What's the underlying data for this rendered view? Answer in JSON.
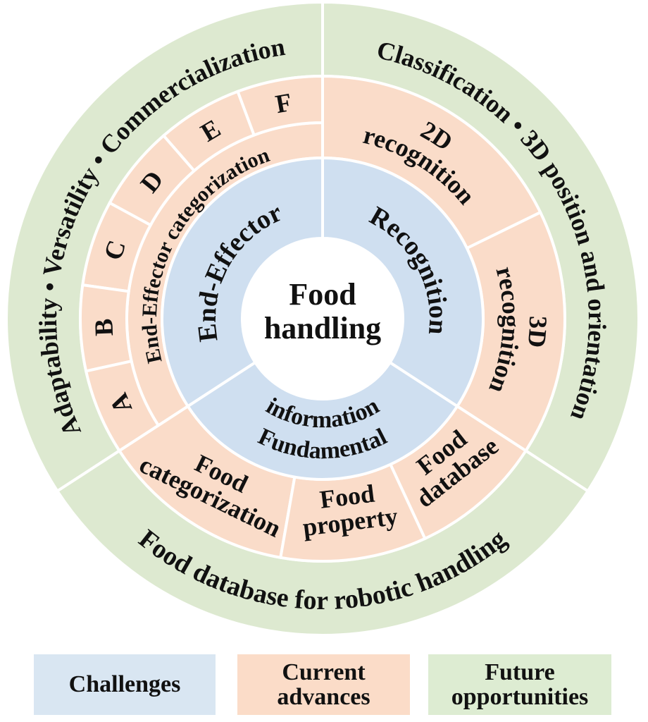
{
  "figure": {
    "title": "Food handling sunburst diagram",
    "center": {
      "line1": "Food",
      "line2": "handling"
    },
    "inner_ring": {
      "end_effector": "End-Effector",
      "recognition": "Recognition",
      "fundamental_line1": "Fundamental",
      "fundamental_line2": "information"
    },
    "middle_ring": {
      "end_effector_categorization": "End-Effector categorization",
      "letters": [
        "A",
        "B",
        "C",
        "D",
        "E",
        "F"
      ],
      "recognition_2d": {
        "line1": "2D",
        "line2": "recognition"
      },
      "recognition_3d": {
        "line1": "3D",
        "line2": "recognition"
      },
      "food_categorization": {
        "line1": "Food",
        "line2": "categorization"
      },
      "food_property": {
        "line1": "Food",
        "line2": "property"
      },
      "food_database": {
        "line1": "Food",
        "line2": "database"
      }
    },
    "outer_ring": {
      "left": "Adaptability • Versatility • Commercialization",
      "right": "Classification • 3D position and orientation",
      "bottom": "Food database for robotic handling"
    },
    "colors": {
      "challenges": "#cfdff0",
      "current_advances": "#fadcc9",
      "future_opportunities": "#dde9d0",
      "text": "#111111"
    }
  },
  "legend": {
    "challenges": {
      "label": "Challenges",
      "color": "#d9e6f2"
    },
    "current_advances": {
      "label": "Current\nadvances",
      "color": "#fbdcc8"
    },
    "future_opportunities": {
      "label": "Future\nopportunities",
      "color": "#ddecd2"
    }
  }
}
